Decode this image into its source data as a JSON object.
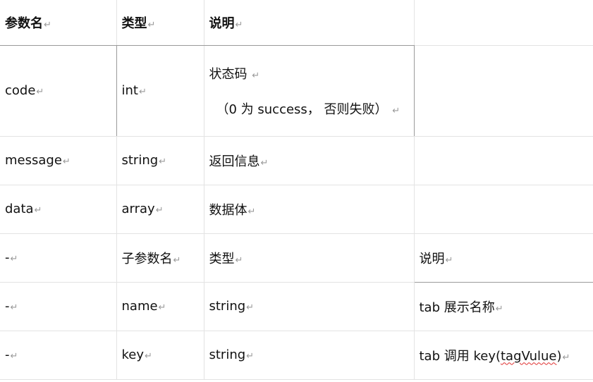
{
  "table": {
    "paragraph_mark": "↵",
    "header": [
      "参数名",
      "类型",
      "说明",
      ""
    ],
    "rows": [
      {
        "c1": "code",
        "c2": "int",
        "c3_line1": "状态码",
        "c3_line2": "（0 为 success，  否则失败）",
        "c4": ""
      },
      {
        "c1": "message",
        "c2": "string",
        "c3": "返回信息",
        "c4": ""
      },
      {
        "c1": "data",
        "c2": "array",
        "c3": "数据体",
        "c4": ""
      },
      {
        "c1": "-",
        "c2": "子参数名",
        "c3": "类型",
        "c4": "说明"
      },
      {
        "c1": "-",
        "c2": "name",
        "c3": "string",
        "c4": "tab 展示名称"
      },
      {
        "c1": "-",
        "c2": "key",
        "c3": "string",
        "c4_prefix": "tab 调用 key(",
        "c4_squiggle": "tagVulue",
        "c4_suffix": ")"
      }
    ]
  }
}
